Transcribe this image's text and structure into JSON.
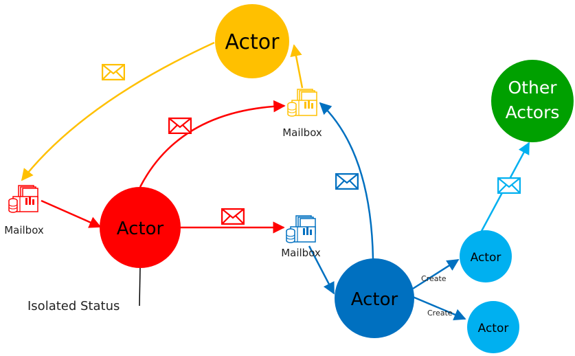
{
  "actors": {
    "top_yellow": {
      "label": "Actor",
      "color": "#FFC000"
    },
    "red": {
      "label": "Actor",
      "color": "#FF0000"
    },
    "blue_main": {
      "label": "Actor",
      "color": "#0070C0"
    },
    "child_upper": {
      "label": "Actor",
      "color": "#00B0F0"
    },
    "child_lower": {
      "label": "Actor",
      "color": "#00B0F0"
    },
    "other": {
      "line1": "Other",
      "line2": "Actors",
      "color": "#00A000"
    }
  },
  "mailboxes": {
    "left": {
      "label": "Mailbox",
      "color": "#FF0000"
    },
    "top": {
      "label": "Mailbox",
      "color": "#FFC000"
    },
    "middle": {
      "label": "Mailbox",
      "color": "#0070C0"
    }
  },
  "edge_labels": {
    "create_upper": "Create",
    "create_lower": "Create"
  },
  "annotations": {
    "isolated_status": "Isolated Status"
  },
  "colors": {
    "yellow": "#FFC000",
    "red": "#FF0000",
    "blue": "#0070C0",
    "light_blue": "#00B0F0",
    "green": "#00A000"
  }
}
